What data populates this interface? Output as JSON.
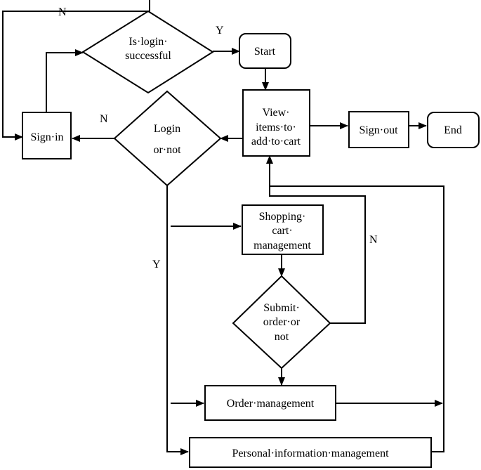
{
  "nodes": {
    "start": "Start",
    "end": "End",
    "sign_in": "Sign·in",
    "sign_out": "Sign·out",
    "view_items": [
      "View·",
      "items·to·",
      "add·to·cart"
    ],
    "login_success": [
      "Is·login·",
      "successful"
    ],
    "login_or_not": [
      "Login",
      "or·not"
    ],
    "shopping_cart": [
      "Shopping·",
      "cart·",
      "management"
    ],
    "submit_order": [
      "Submit·",
      "order·or",
      "not"
    ],
    "order_mgmt": "Order·management",
    "personal_info": "Personal·information·management"
  },
  "edge_labels": {
    "login_fail_n": "N",
    "login_success_y": "Y",
    "login_or_not_n": "N",
    "login_or_not_y": "Y",
    "submit_n": "N"
  }
}
